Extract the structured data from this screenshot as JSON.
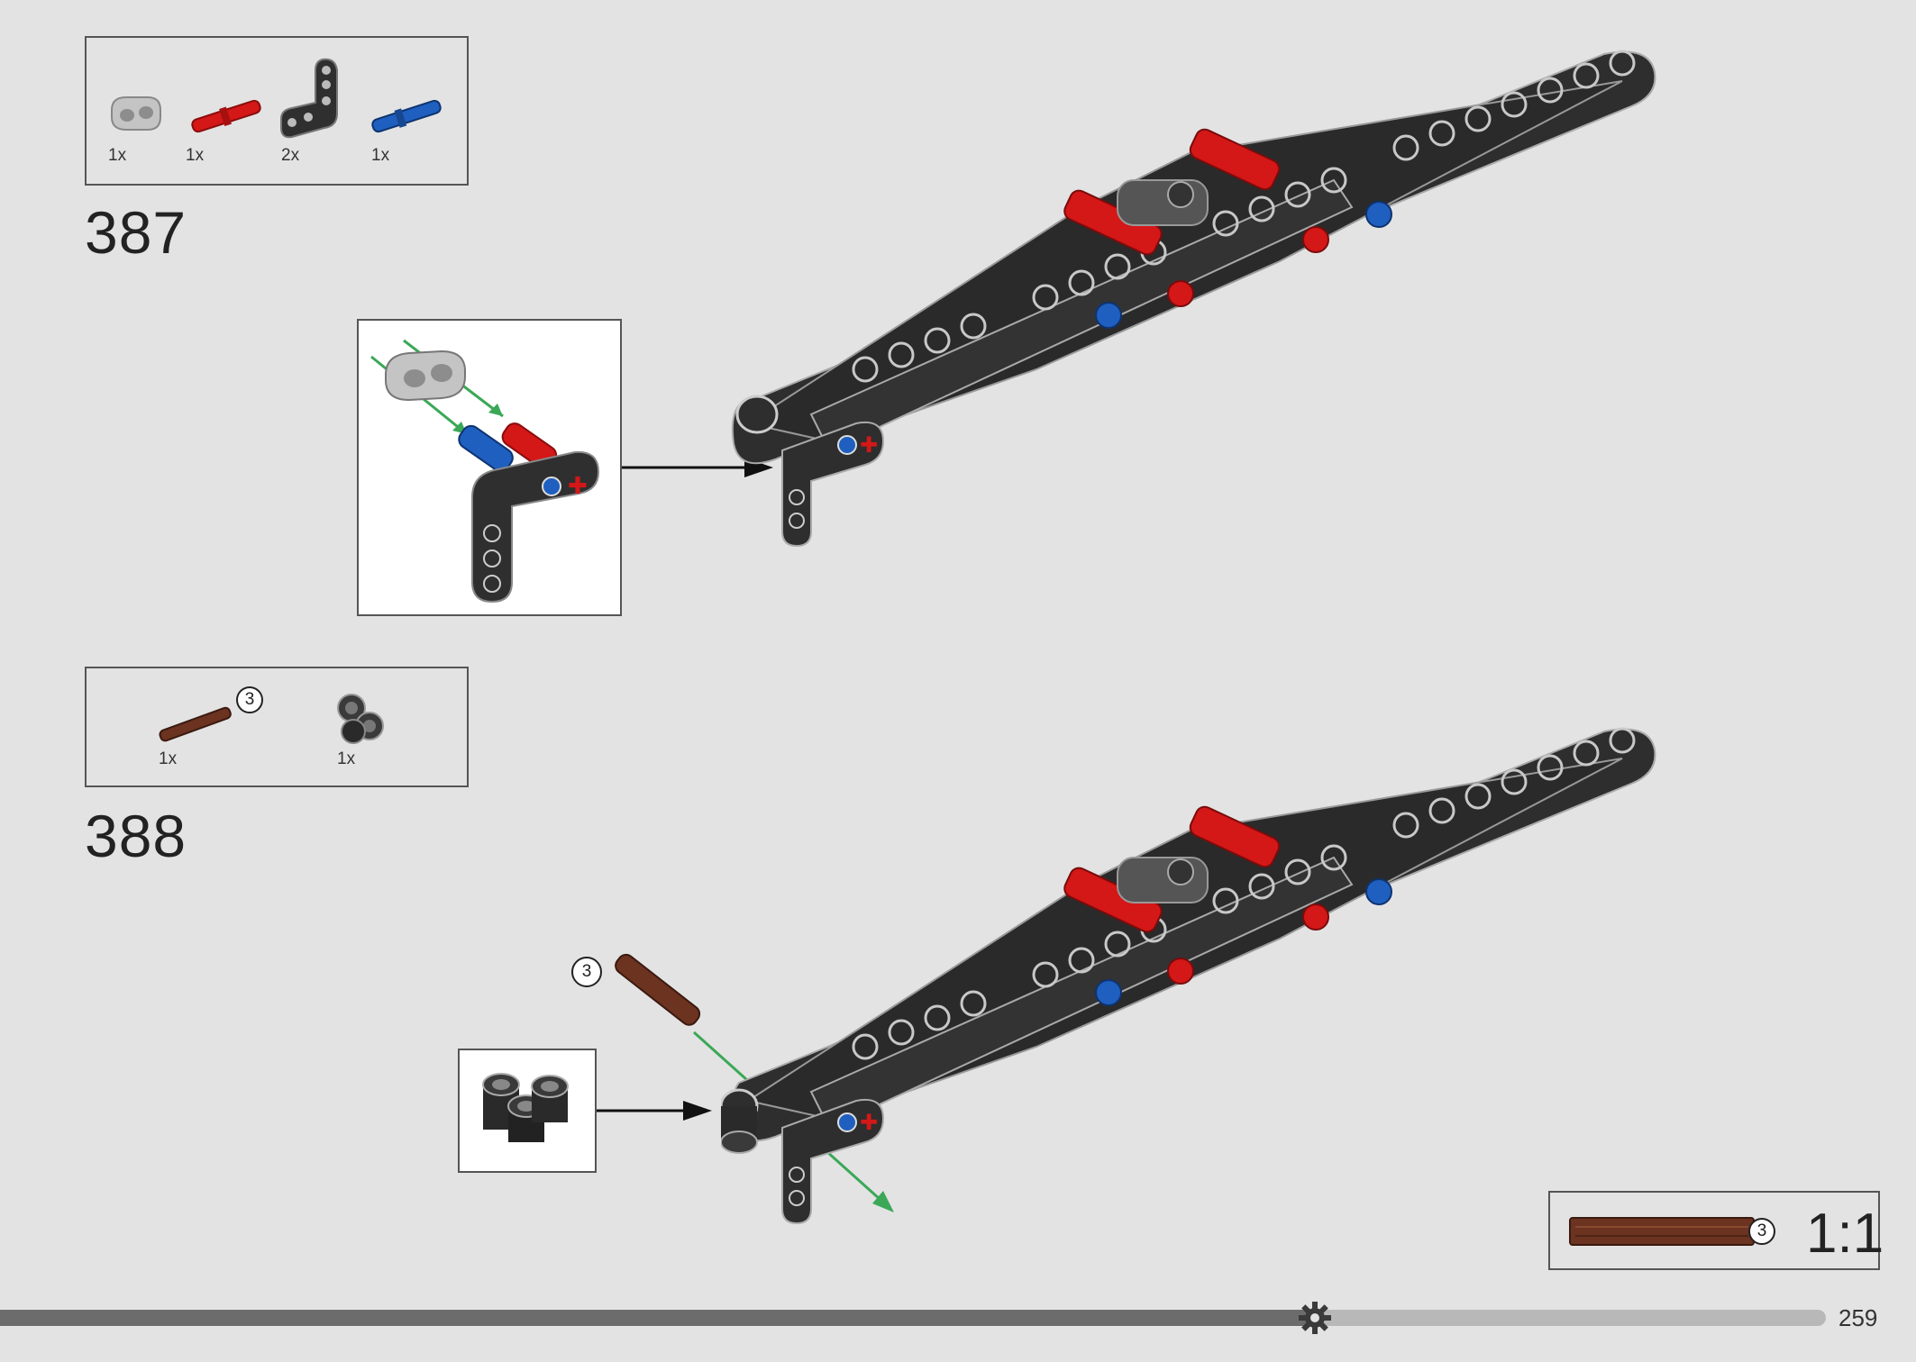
{
  "step387": {
    "number": "387",
    "parts": [
      {
        "name": "axle-connector-gray",
        "qty": "1x",
        "color": "#b9b9b9"
      },
      {
        "name": "pin-red",
        "qty": "1x",
        "color": "#d41717"
      },
      {
        "name": "l-beam-dark",
        "qty": "2x",
        "color": "#3a3a3a"
      },
      {
        "name": "pin-blue",
        "qty": "1x",
        "color": "#1f5fbf"
      }
    ]
  },
  "step388": {
    "number": "388",
    "parts": [
      {
        "name": "axle-brown",
        "qty": "1x",
        "length_callout": "3",
        "color": "#6b3320"
      },
      {
        "name": "cross-block-dark",
        "qty": "1x",
        "color": "#3a3a3a"
      }
    ],
    "axle_callout": "3"
  },
  "scale_box": {
    "length_callout": "3",
    "scale": "1:1"
  },
  "footer": {
    "page_number": "259",
    "progress": 0.72
  },
  "colors": {
    "background": "#e3e3e3",
    "beam": "#2e2e2e",
    "red_part": "#d41717",
    "blue_part": "#1f5fbf",
    "brown_part": "#6b3320",
    "arrow_green": "#3aa857"
  }
}
